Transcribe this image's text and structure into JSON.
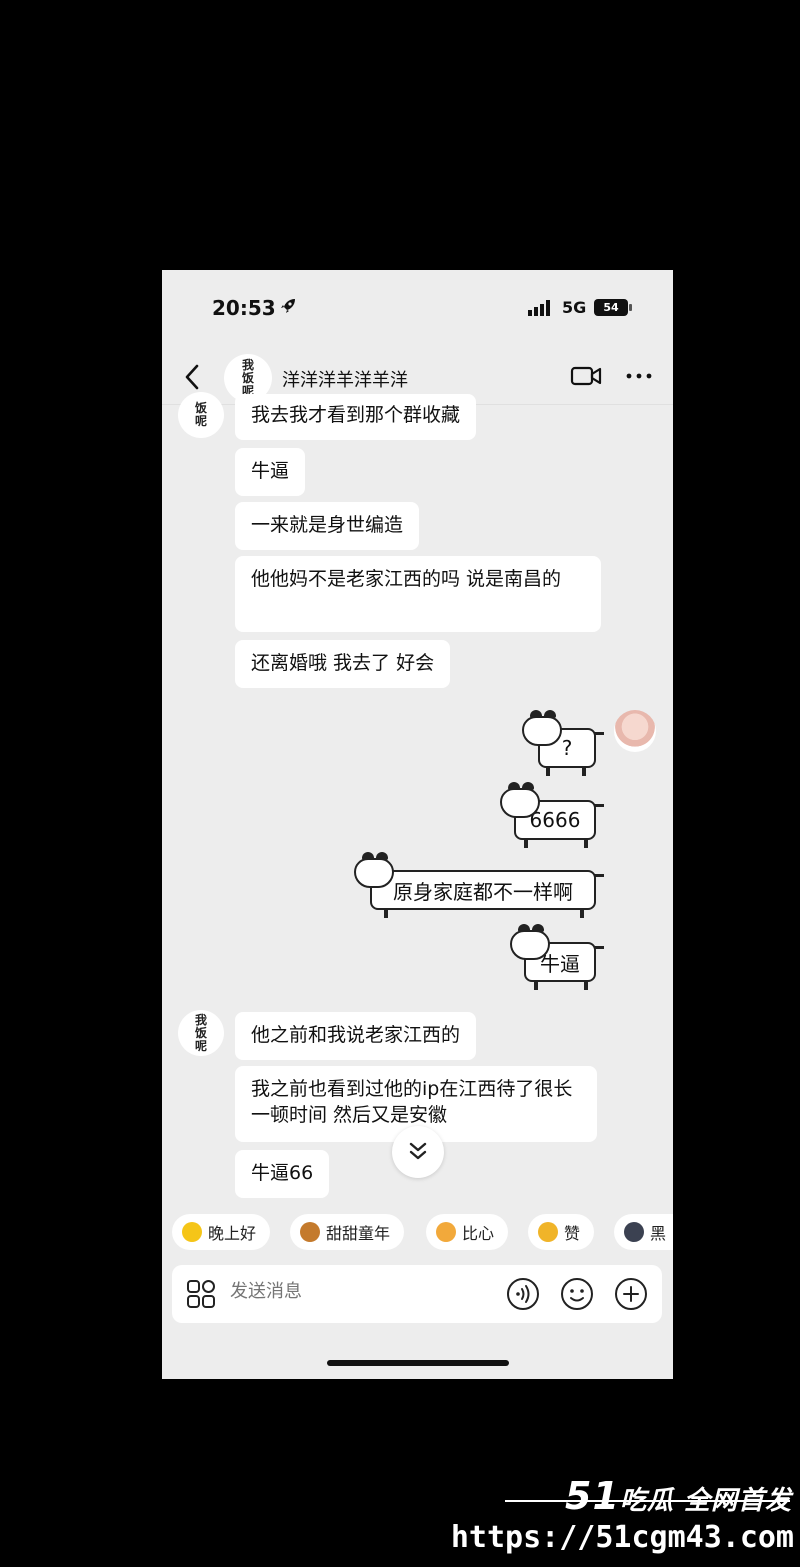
{
  "status": {
    "time": "20:53",
    "network": "5G",
    "battery": "54"
  },
  "header": {
    "avatar_text": [
      "我",
      "饭",
      "呢"
    ],
    "title": "洋洋洋羊洋羊洋"
  },
  "messages_left_1": [
    "我去我才看到那个群收藏",
    "牛逼",
    "一来就是身世编造",
    "他他妈不是老家江西的吗 说是南昌的",
    "还离婚哦 我去了 好会"
  ],
  "stickers": [
    "?",
    "6666",
    "原身家庭都不一样啊",
    "牛逼"
  ],
  "messages_left_2": [
    "他之前和我说老家江西的",
    "我之前也看到过他的ip在江西待了很长一顿时间 然后又是安徽",
    "牛逼66"
  ],
  "quick_replies": [
    {
      "label": "晚上好",
      "color": "#f5c518",
      "icon": "star-face-icon"
    },
    {
      "label": "甜甜童年",
      "color": "#c47a2c",
      "icon": "bear-icon"
    },
    {
      "label": "比心",
      "color": "#f2a93b",
      "icon": "heart-hand-icon"
    },
    {
      "label": "赞",
      "color": "#f0b429",
      "icon": "thumbs-up-icon"
    },
    {
      "label": "黑",
      "color": "#3b4151",
      "icon": "dark-face-icon"
    }
  ],
  "input": {
    "placeholder": "发送消息"
  },
  "watermark": {
    "brand_num": "51",
    "brand_text": "吃瓜 全网首发",
    "url": "https://51cgm43.com"
  }
}
